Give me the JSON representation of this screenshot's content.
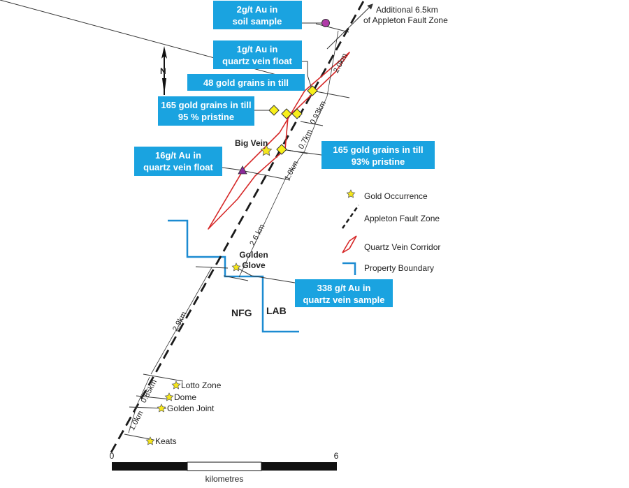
{
  "colors": {
    "callout_bg": "#1aa3e0",
    "vein": "#d62828",
    "fault": "#1a1a1a",
    "boundary": "#1c8bd1",
    "star": "#f5e61b",
    "diamond": "#f8ef1a",
    "soil": "#b03aa8",
    "triangle": "#8b2a9a"
  },
  "north": {
    "label": "N"
  },
  "fault_extension": {
    "line1": "Additional 6.5km",
    "line2": "of Appleton Fault Zone"
  },
  "callouts": {
    "soil": {
      "line1": "2g/t Au in",
      "line2": "soil sample"
    },
    "float_1g": {
      "line1": "1g/t Au in",
      "line2": "quartz vein float"
    },
    "till_48": {
      "line1": "48 gold grains in till"
    },
    "till_165_95": {
      "line1": "165 gold grains in till",
      "line2": "95 % pristine"
    },
    "till_165_93": {
      "line1": "165 gold grains in till",
      "line2": "93% pristine"
    },
    "float_16g": {
      "line1": "16g/t Au in",
      "line2": "quartz vein float"
    },
    "vein_338": {
      "line1": "338 g/t Au in",
      "line2": "quartz vein sample"
    }
  },
  "place_labels": {
    "big_vein": "Big Vein",
    "golden_glove_1": "Golden",
    "golden_glove_2": "Glove",
    "nfg": "NFG",
    "lab": "LAB",
    "lotto_zone": "Lotto Zone",
    "dome": "Dome",
    "golden_joint": "Golden Joint",
    "keats": "Keats"
  },
  "distances": {
    "d_2_0": "2.0km",
    "d_0_93": "0.93km",
    "d_0_7": "0.7km",
    "d_1_0_upper": "1.0km",
    "d_2_6": "2.6 km",
    "d_2_9": "2.9km",
    "d_0_85": "0.85km",
    "d_1_0_lower": "1.0km"
  },
  "legend": {
    "gold_occurrence": "Gold Occurrence",
    "fault_zone": "Appleton Fault Zone",
    "vein_corridor": "Quartz Vein Corridor",
    "property_boundary": "Property Boundary"
  },
  "scale": {
    "min": "0",
    "max": "6",
    "unit": "kilometres"
  }
}
